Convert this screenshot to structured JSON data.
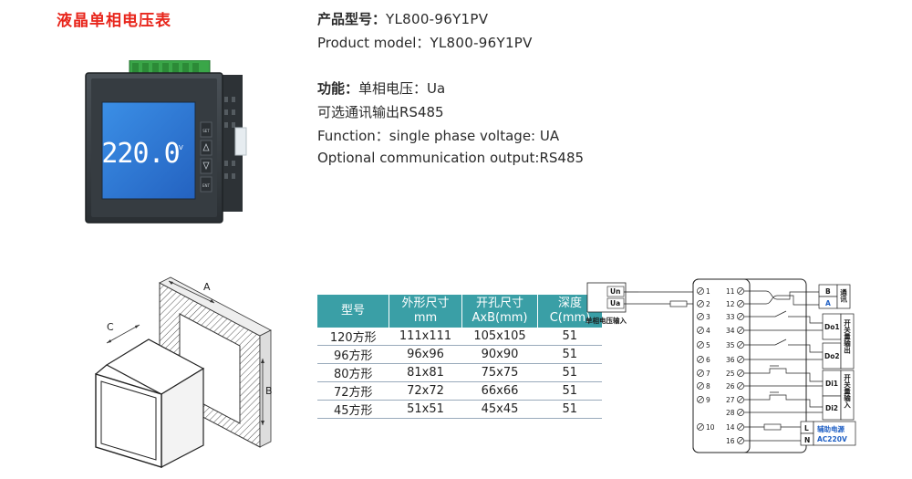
{
  "title": "液晶单相电压表",
  "specs": {
    "model_cn_label": "产品型号：",
    "model_cn_value": "YL800-96Y1PV",
    "model_en_label": "Product model：",
    "model_en_value": "YL800-96Y1PV",
    "func_cn_label": "功能：",
    "func_cn_value": "单相电压：Ua",
    "optional_cn": "可选通讯输出RS485",
    "func_en": "Function：single phase voltage: UA",
    "optional_en": "Optional communication output:RS485"
  },
  "meter": {
    "reading": "220.0",
    "unit": "V",
    "buttons": [
      "SET",
      "ENT"
    ]
  },
  "dimension_labels": {
    "a": "A",
    "b": "B",
    "c": "C"
  },
  "table": {
    "headers": [
      [
        "型号",
        ""
      ],
      [
        "外形尺寸",
        "mm"
      ],
      [
        "开孔尺寸",
        "AxB(mm)"
      ],
      [
        "深度",
        "C(mm)"
      ]
    ],
    "rows": [
      [
        "120方形",
        "111x111",
        "105x105",
        "51"
      ],
      [
        "96方形",
        "96x96",
        "90x90",
        "51"
      ],
      [
        "80方形",
        "81x81",
        "75x75",
        "51"
      ],
      [
        "72方形",
        "72x72",
        "66x66",
        "51"
      ],
      [
        "45方形",
        "51x51",
        "45x45",
        "51"
      ]
    ]
  },
  "wiring": {
    "un": "Un",
    "ua": "Ua",
    "input_label": "单相电压输入",
    "left_terminals": [
      "1",
      "2",
      "3",
      "4",
      "5",
      "6",
      "7",
      "8",
      "9",
      "10"
    ],
    "right_terminals": [
      "11",
      "12",
      "33",
      "34",
      "35",
      "36",
      "25",
      "26",
      "27",
      "28",
      "14",
      "16"
    ],
    "comm_b": "B",
    "comm_a": "A",
    "comm_label": "通讯",
    "do1": "Do1",
    "do2": "Do2",
    "do_label": "开关量输出",
    "di1": "Di1",
    "di2": "Di2",
    "di_label": "开关量输入",
    "l": "L",
    "n": "N",
    "aux_label": "辅助电源",
    "aux_value": "AC220V",
    "colors": {
      "header_teal": "#3a9fa6",
      "title_red": "#e8261c",
      "lcd_blue": "#2f7fd8",
      "aux_blue": "#1f5fc4"
    }
  }
}
